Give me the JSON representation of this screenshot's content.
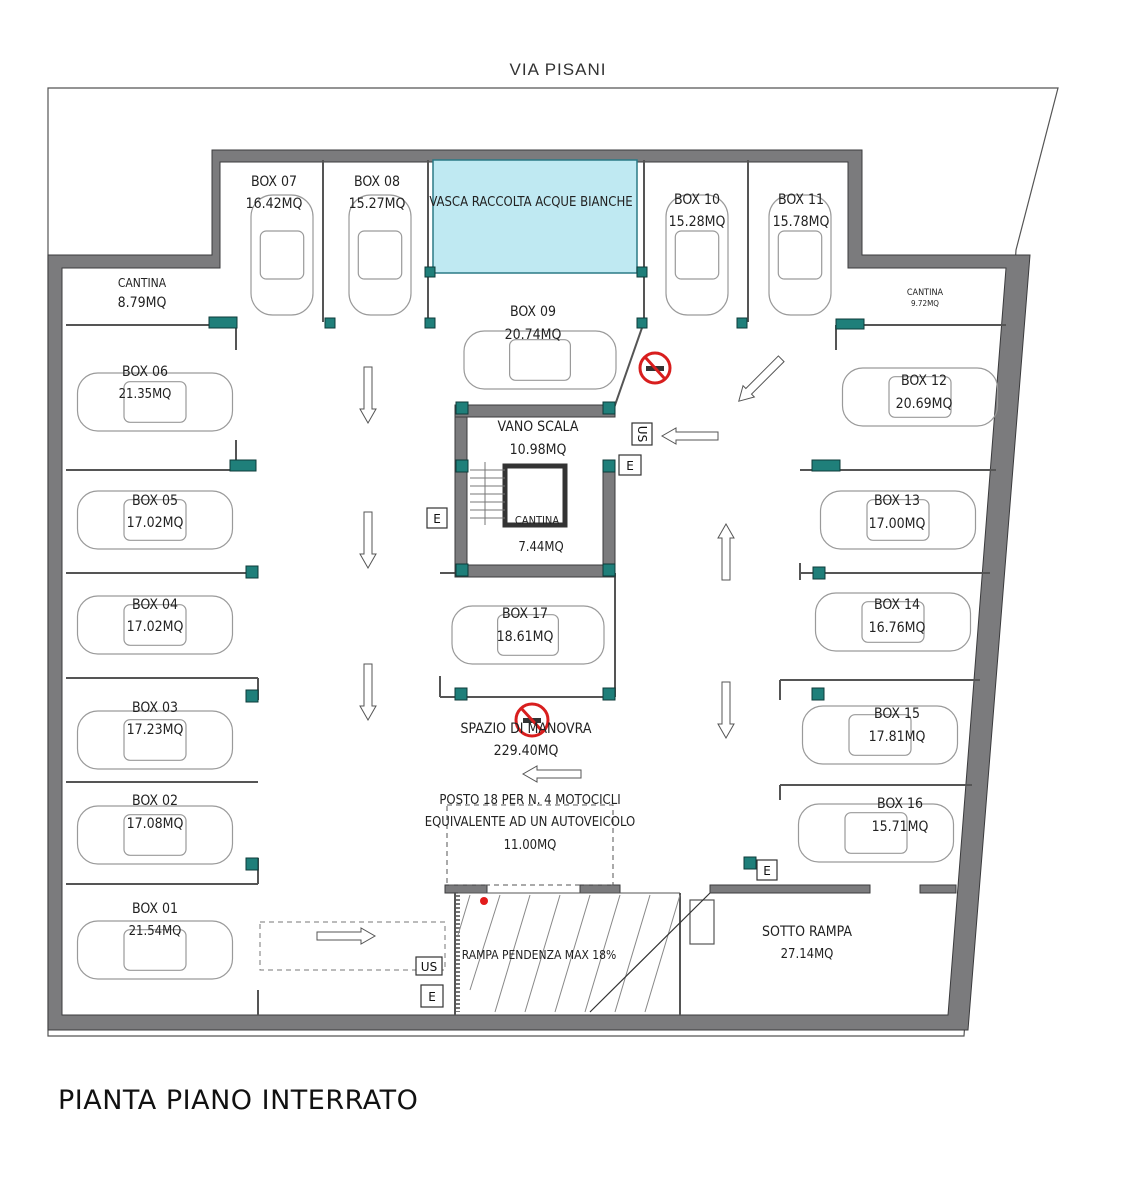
{
  "street_name": "VIA PISANI",
  "plan_title": "PIANTA PIANO INTERRATO",
  "water_tank_label": "VASCA RACCOLTA ACQUE BIANCHE",
  "colors": {
    "wall": "#7b7b7d",
    "pillar": "#1f7f7a",
    "water": "#bfe9f2",
    "no_smoking": "#d81e1e",
    "marker": "#e21b1b"
  },
  "boxes": [
    {
      "name": "BOX 01",
      "area": "21.54MQ"
    },
    {
      "name": "BOX 02",
      "area": "17.08MQ"
    },
    {
      "name": "BOX 03",
      "area": "17.23MQ"
    },
    {
      "name": "BOX 04",
      "area": "17.02MQ"
    },
    {
      "name": "BOX 05",
      "area": "17.02MQ"
    },
    {
      "name": "BOX 06",
      "area": "21.35MQ"
    },
    {
      "name": "BOX 07",
      "area": "16.42MQ"
    },
    {
      "name": "BOX 08",
      "area": "15.27MQ"
    },
    {
      "name": "BOX 09",
      "area": "20.74MQ"
    },
    {
      "name": "BOX 10",
      "area": "15.28MQ"
    },
    {
      "name": "BOX 11",
      "area": "15.78MQ"
    },
    {
      "name": "BOX 12",
      "area": "20.69MQ"
    },
    {
      "name": "BOX 13",
      "area": "17.00MQ"
    },
    {
      "name": "BOX 14",
      "area": "16.76MQ"
    },
    {
      "name": "BOX 15",
      "area": "17.81MQ"
    },
    {
      "name": "BOX 16",
      "area": "15.71MQ"
    },
    {
      "name": "BOX 17",
      "area": "18.61MQ"
    }
  ],
  "cantina_left": {
    "name": "CANTINA",
    "area": "8.79MQ"
  },
  "cantina_right": {
    "name": "CANTINA",
    "area": "9.72MQ"
  },
  "cantina_center": {
    "name": "CANTINA",
    "area": "7.44MQ"
  },
  "stairwell": {
    "name": "VANO SCALA",
    "area": "10.98MQ"
  },
  "maneuver": {
    "name": "SPAZIO DI MANOVRA",
    "area": "229.40MQ"
  },
  "moto": {
    "line1": "POSTO 18 PER N. 4 MOTOCICLI",
    "line2": "EQUIVALENTE AD UN AUTOVEICOLO",
    "area": "11.00MQ"
  },
  "ramp": {
    "label": "RAMPA PENDENZA MAX 18%"
  },
  "under_ramp": {
    "name": "SOTTO RAMPA",
    "area": "27.14MQ"
  },
  "symbols": {
    "exit": "E",
    "emergency_exit": "US"
  }
}
